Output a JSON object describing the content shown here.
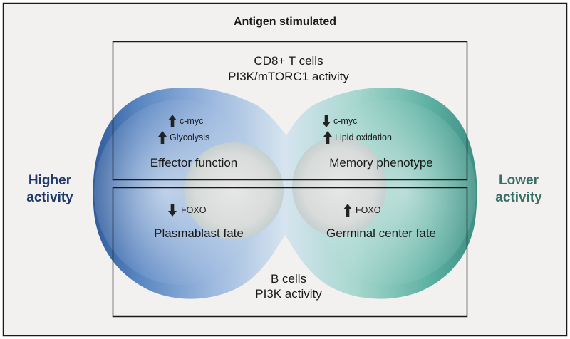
{
  "header": "Antigen stimulated",
  "t_cells": {
    "title": "CD8+ T cells",
    "subtitle": "PI3K/mTORC1 activity"
  },
  "b_cells": {
    "title": "B cells",
    "subtitle": "PI3K activity"
  },
  "left_cell": {
    "markers": [
      {
        "direction": "up",
        "label": "c-myc"
      },
      {
        "direction": "up",
        "label": "Glycolysis"
      }
    ],
    "t_label": "Effector function",
    "b_marker": {
      "direction": "down",
      "label": "FOXO"
    },
    "b_label": "Plasmablast fate"
  },
  "right_cell": {
    "markers": [
      {
        "direction": "down",
        "label": "c-myc"
      },
      {
        "direction": "up",
        "label": "Lipid oxidation"
      }
    ],
    "t_label": "Memory phenotype",
    "b_marker": {
      "direction": "up",
      "label": "FOXO"
    },
    "b_label": "Germinal center fate"
  },
  "higher_activity": {
    "line1": "Higher",
    "line2": "activity",
    "color": "#1f3a6b"
  },
  "lower_activity": {
    "line1": "Lower",
    "line2": "activity",
    "color": "#3b6e68"
  },
  "colors": {
    "panel_bg": "#f2f1ef",
    "blue_cell": "#4a76b6",
    "green_cell": "#4fa89a",
    "arrow": "#222222"
  }
}
